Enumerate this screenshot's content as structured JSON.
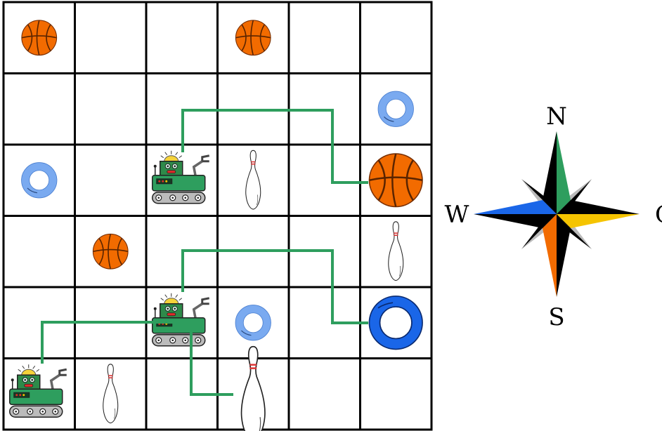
{
  "grid": {
    "rows": 6,
    "cols": 6
  },
  "items": [
    {
      "type": "basketball",
      "row": 0,
      "col": 0,
      "size": "small"
    },
    {
      "type": "basketball",
      "row": 0,
      "col": 3,
      "size": "small"
    },
    {
      "type": "ring",
      "row": 1,
      "col": 5,
      "size": "small",
      "color": "#7aaaf0"
    },
    {
      "type": "ring",
      "row": 2,
      "col": 0,
      "size": "small",
      "color": "#7aaaf0"
    },
    {
      "type": "robot",
      "row": 2,
      "col": 2
    },
    {
      "type": "pin",
      "row": 2,
      "col": 3,
      "size": "small"
    },
    {
      "type": "basketball",
      "row": 2,
      "col": 5,
      "size": "large"
    },
    {
      "type": "basketball",
      "row": 3,
      "col": 1,
      "size": "small"
    },
    {
      "type": "pin",
      "row": 3,
      "col": 5,
      "size": "small"
    },
    {
      "type": "robot",
      "row": 4,
      "col": 2
    },
    {
      "type": "ring",
      "row": 4,
      "col": 3,
      "size": "small",
      "color": "#7aaaf0"
    },
    {
      "type": "ring",
      "row": 4,
      "col": 5,
      "size": "large",
      "color": "#1a66e8"
    },
    {
      "type": "robot",
      "row": 5,
      "col": 0
    },
    {
      "type": "pin",
      "row": 5,
      "col": 1,
      "size": "small"
    },
    {
      "type": "pin",
      "row": 5,
      "col": 3,
      "size": "large"
    }
  ],
  "compass": {
    "north": "N",
    "south": "S",
    "west": "W",
    "east": "O",
    "colors": {
      "north": "#2e9e5e",
      "east": "#f5c400",
      "south": "#f26b00",
      "west": "#1a66e8"
    }
  },
  "colors": {
    "route": "#2e9e5e",
    "basketball": "#f26b00"
  }
}
